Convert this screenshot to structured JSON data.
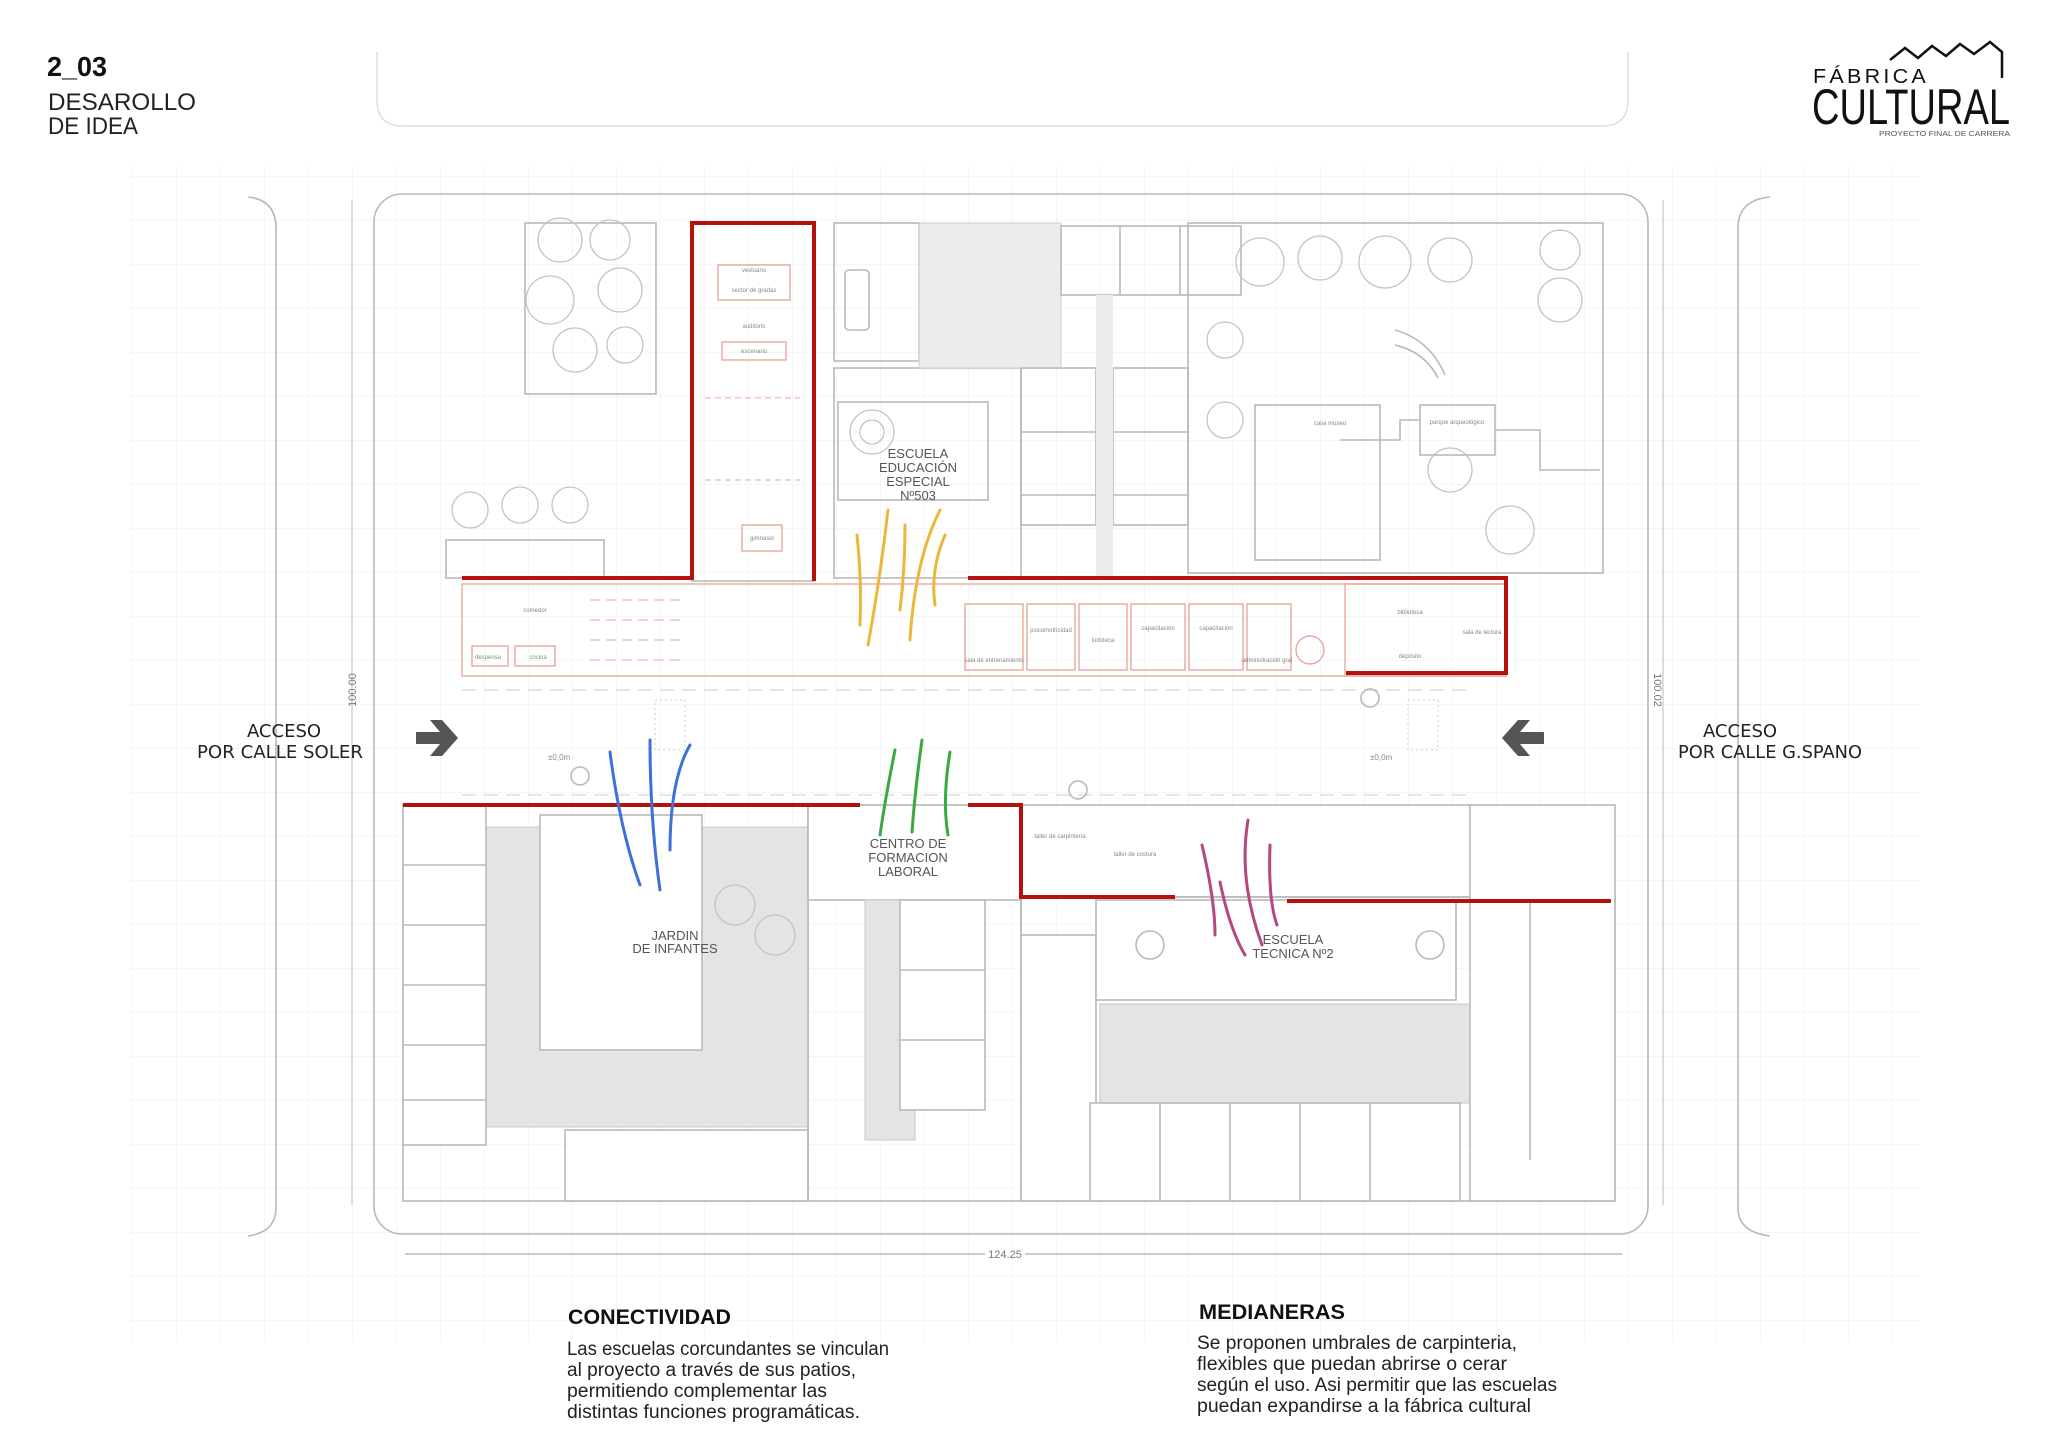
{
  "header": {
    "sheet_number": "2_03",
    "sheet_title_line1": "DESAROLLO",
    "sheet_title_line2": "DE IDEA"
  },
  "logo": {
    "line1": "FÁBRICA",
    "line2": "CULTURAL",
    "subtitle": "PROYECTO FINAL DE CARRERA"
  },
  "plan": {
    "schools": {
      "especial": [
        "ESCUELA",
        "EDUCACIÓN",
        "ESPECIAL",
        "Nº503"
      ],
      "centro": [
        "CENTRO DE",
        "FORMACION",
        "LABORAL"
      ],
      "jardin": [
        "JARDIN",
        "DE INFANTES"
      ],
      "tecnica": [
        "ESCUELA",
        "TECNICA Nº2"
      ]
    },
    "access_left": [
      "ACCESO",
      "POR CALLE SOLER"
    ],
    "access_right": [
      "ACCESO",
      "POR CALLE G.SPANO"
    ],
    "dimensions": {
      "left": "100.00",
      "right": "100.02",
      "bottom": "124.25"
    },
    "level_marks": [
      "±0,0m",
      "±0,0m"
    ],
    "rooms": {
      "vestuario": "vestuario",
      "gradas": "sector de gradas",
      "auditorio": "auditorio",
      "escenario": "escenario",
      "gimnasio": "gimnasio",
      "comedor": "comedor",
      "despensa": "despensa",
      "cocina": "cocina",
      "entrenamiento": "sala de entrenamiento",
      "psicomotricidad": "psicomotricidad",
      "ludoteca": "ludoteca",
      "capacitacion1": "capacitación",
      "capacitacion2": "capacitación",
      "administracion": "administración gral",
      "biblioteca": "biblioteca",
      "deposito": "depósito",
      "lectura": "sala de lectura",
      "carpinteria": "taller de carpintería",
      "costura": "taller de costura",
      "museo": "casa museo",
      "parque": "parque arqueológico"
    },
    "colors": {
      "boundary": "#b5120f",
      "especial": "#e9b83a",
      "jardin": "#3f6fd8",
      "centro": "#3aa843",
      "tecnica": "#b4477e"
    }
  },
  "notes": {
    "conectividad": {
      "title": "CONECTIVIDAD",
      "lines": [
        "Las escuelas corcundantes se vinculan",
        "al proyecto a través de sus patios,",
        "permitiendo complementar las",
        "distintas funciones programáticas."
      ]
    },
    "medianeras": {
      "title": "MEDIANERAS",
      "lines": [
        "Se proponen umbrales de carpinteria,",
        "flexibles que puedan abrirse o cerar",
        "según el uso. Asi permitir que las escuelas",
        "puedan expandirse a la fábrica cultural"
      ]
    }
  }
}
